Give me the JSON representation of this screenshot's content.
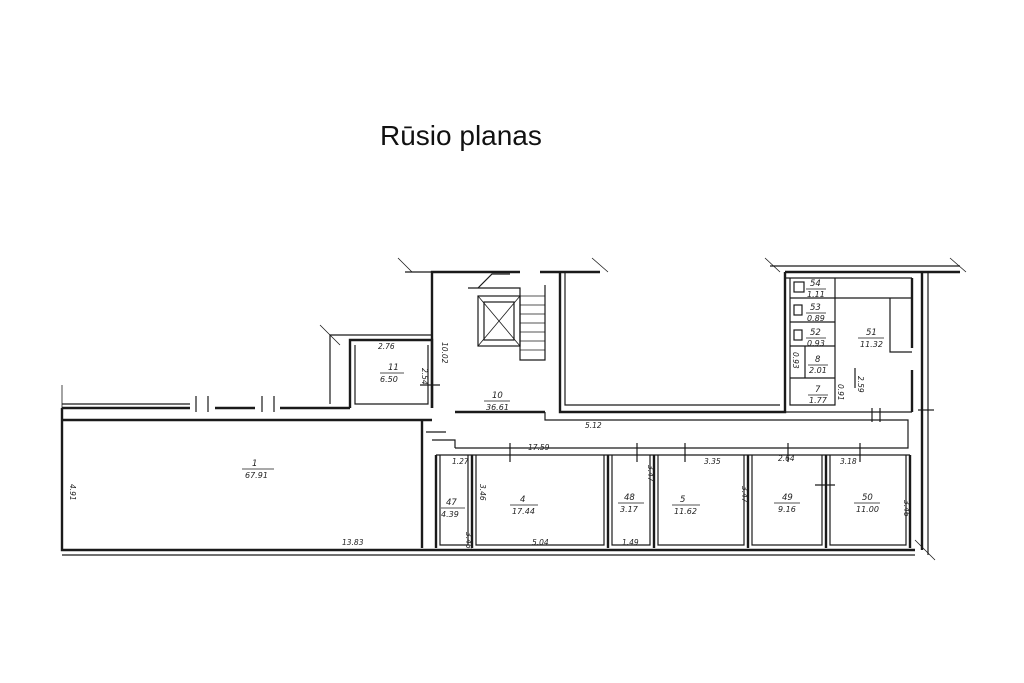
{
  "title": "Rūsio planas",
  "rooms": [
    {
      "id": "r1",
      "number": "1",
      "area": "67.91"
    },
    {
      "id": "r4",
      "number": "4",
      "area": "17.44"
    },
    {
      "id": "r5",
      "number": "5",
      "area": "11.62"
    },
    {
      "id": "r7",
      "number": "7",
      "area": "1.77"
    },
    {
      "id": "r8",
      "number": "8",
      "area": "2.01"
    },
    {
      "id": "r10",
      "number": "10",
      "area": "36.61"
    },
    {
      "id": "r11",
      "number": "11",
      "area": "6.50"
    },
    {
      "id": "r47",
      "number": "47",
      "area": "4.39"
    },
    {
      "id": "r48",
      "number": "48",
      "area": "3.17"
    },
    {
      "id": "r49",
      "number": "49",
      "area": "9.16"
    },
    {
      "id": "r50",
      "number": "50",
      "area": "11.00"
    },
    {
      "id": "r51",
      "number": "51",
      "area": "11.32"
    },
    {
      "id": "r52",
      "number": "52",
      "area": "0.93"
    },
    {
      "id": "r53",
      "number": "53",
      "area": "0.89"
    },
    {
      "id": "r54",
      "number": "54",
      "area": "1.11"
    }
  ],
  "dimensions": {
    "d_491": "4.91",
    "d_1383": "13.83",
    "d_1759": "17.59",
    "d_504": "5.04",
    "d_149": "1.49",
    "d_346a": "3.46",
    "d_346b": "3.46",
    "d_347a": "3.47",
    "d_347b": "3.47",
    "d_346c": "3.46",
    "d_127": "1.27",
    "d_335": "3.35",
    "d_264": "2.64",
    "d_318": "3.18",
    "d_512": "5.12",
    "d_276": "2.76",
    "d_254": "2.54",
    "d_1002": "10.02",
    "d_259": "2.59",
    "d_093": "0.93",
    "d_091": "0.91"
  }
}
